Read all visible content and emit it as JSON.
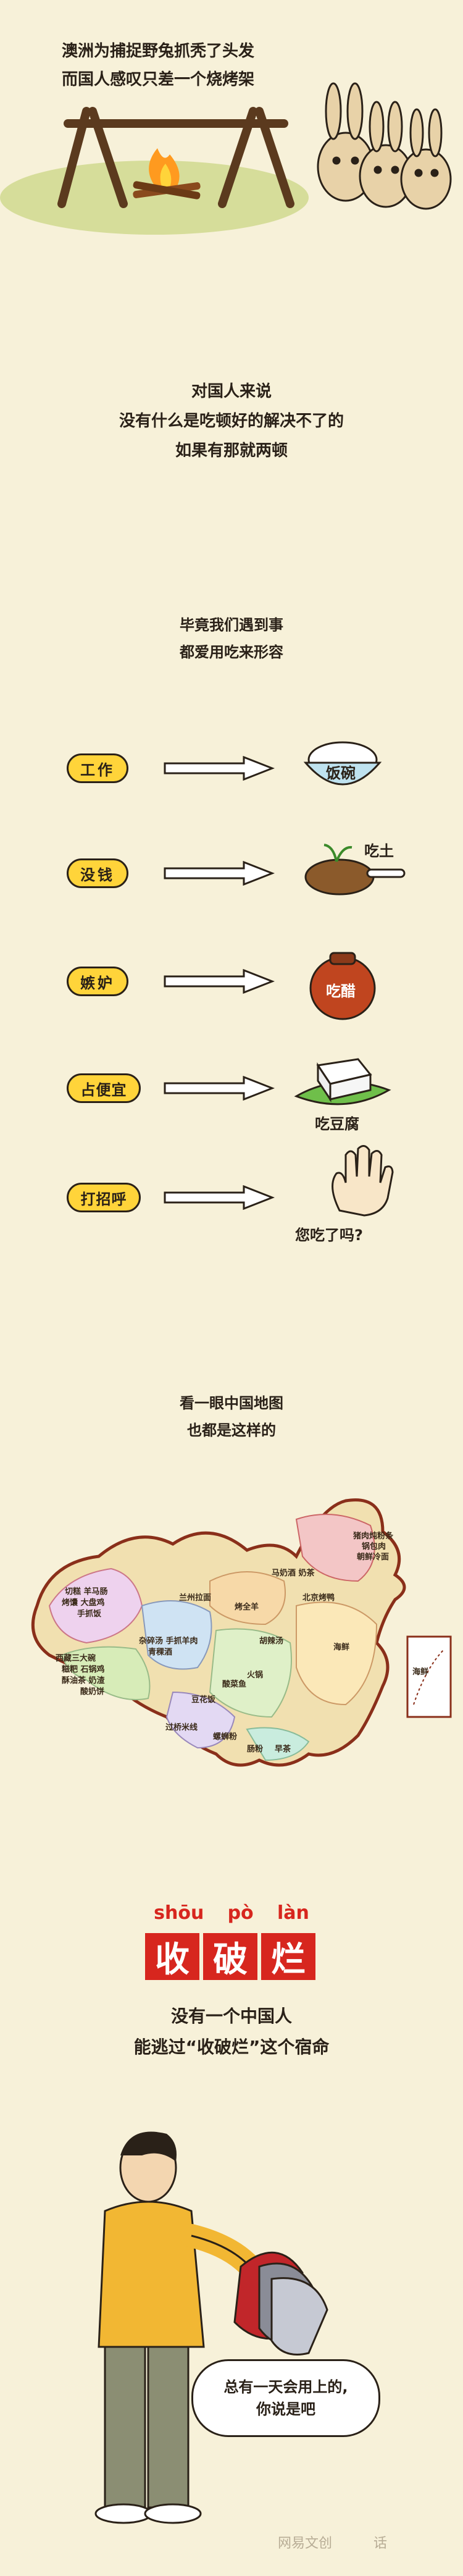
{
  "intro": {
    "line1": "澳洲为捕捉野兔抓秃了头发",
    "line2": "而国人感叹只差一个烧烤架"
  },
  "statement": {
    "line1": "对国人来说",
    "line2": "没有什么是吃顿好的解决不了的",
    "line3": "如果有那就两顿"
  },
  "eat_words": {
    "line1": "毕竟我们遇到事",
    "line2": "都爱用吃来形容"
  },
  "items": [
    {
      "pill": "工作",
      "result": "饭碗",
      "icon": "rice-bowl-icon"
    },
    {
      "pill": "没钱",
      "result": "吃土",
      "icon": "spoon-of-soil-icon"
    },
    {
      "pill": "嫉妒",
      "result": "吃醋",
      "icon": "vinegar-jar-icon"
    },
    {
      "pill": "占便宜",
      "result": "吃豆腐",
      "icon": "tofu-icon"
    },
    {
      "pill": "打招呼",
      "result": "您吃了吗?",
      "icon": "waving-hand-icon"
    }
  ],
  "map_section": {
    "line1": "看一眼中国地图",
    "line2": "也都是这样的",
    "labels": [
      "猪肉炖粉条",
      "锅包肉",
      "朝鲜冷面",
      "马奶酒 奶茶",
      "切糕 羊马肠",
      "烤馕 大盘鸡",
      "手抓饭",
      "烤全羊",
      "兰州拉面",
      "西藏三大碗",
      "糍粑 石锅鸡",
      "酥油茶 奶渣",
      "酸奶饼",
      "杂碎汤 手抓羊肉",
      "青稞酒",
      "胡辣汤",
      "酸菜鱼",
      "火锅",
      "豆花饭",
      "过桥米线",
      "螺蛳粉",
      "北京烤鸭",
      "海鲜",
      "肠粉",
      "早茶"
    ],
    "island_label": "海鲜"
  },
  "shoupolan": {
    "pinyin": [
      "shōu",
      "pò",
      "làn"
    ],
    "chars": [
      "收",
      "破",
      "烂"
    ],
    "line1": "没有一个中国人",
    "line2": "能逃过“收破烂”这个宿命"
  },
  "ending": {
    "bubble1": "总有一天会用上的,",
    "bubble2": "你说是吧",
    "watermark": "网易文创",
    "watermark2": "话"
  },
  "colors": {
    "bg": "#f7f1d9",
    "pill": "#ffd43a",
    "red": "#d7261e",
    "ink": "#2a2118"
  }
}
